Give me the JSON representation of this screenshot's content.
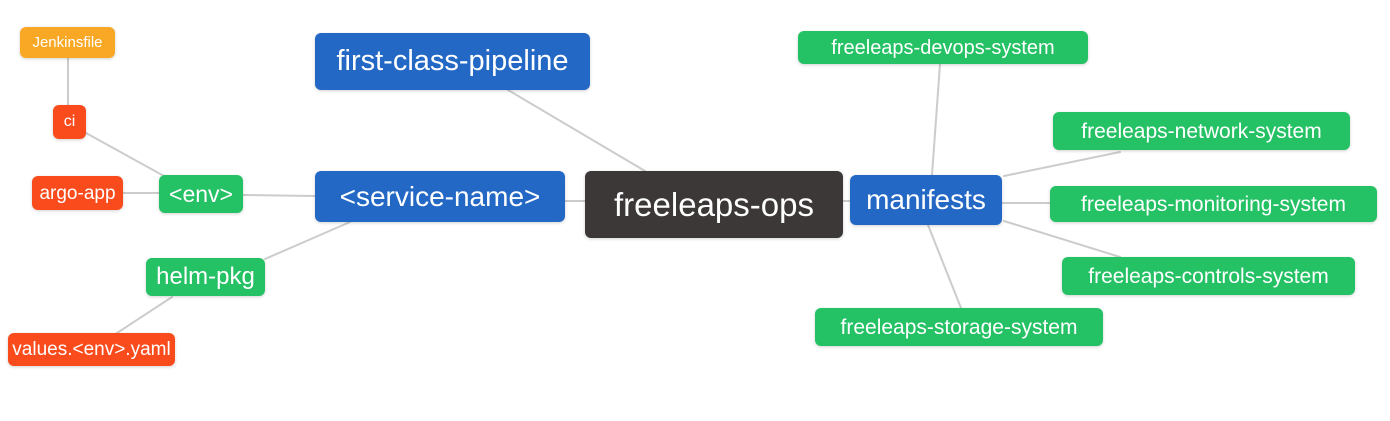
{
  "diagram": {
    "title": "freeleaps-ops repository structure mind map",
    "colors": {
      "orange": "#F9A825",
      "red": "#F94B1C",
      "green": "#25C165",
      "blue": "#2268C4",
      "dark": "#3B3837",
      "edge": "#CCCCCC",
      "background": "#FFFFFF",
      "node_text": "#FFFFFF"
    },
    "nodes": {
      "jenkinsfile": {
        "label": "Jenkinsfile",
        "color": "#F9A825"
      },
      "ci": {
        "label": "ci",
        "color": "#F94B1C"
      },
      "argo_app": {
        "label": "argo-app",
        "color": "#F94B1C"
      },
      "env": {
        "label": "<env>",
        "color": "#25C165"
      },
      "helm_pkg": {
        "label": "helm-pkg",
        "color": "#25C165"
      },
      "values_env_yaml": {
        "label": "values.<env>.yaml",
        "color": "#F94B1C"
      },
      "first_class_pipeline": {
        "label": "first-class-pipeline",
        "color": "#2268C4"
      },
      "service_name": {
        "label": "<service-name>",
        "color": "#2268C4"
      },
      "freeleaps_ops": {
        "label": "freeleaps-ops",
        "color": "#3B3837"
      },
      "manifests": {
        "label": "manifests",
        "color": "#2268C4"
      },
      "devops_system": {
        "label": "freeleaps-devops-system",
        "color": "#25C165"
      },
      "network_system": {
        "label": "freeleaps-network-system",
        "color": "#25C165"
      },
      "monitoring_system": {
        "label": "freeleaps-monitoring-system",
        "color": "#25C165"
      },
      "controls_system": {
        "label": "freeleaps-controls-system",
        "color": "#25C165"
      },
      "storage_system": {
        "label": "freeleaps-storage-system",
        "color": "#25C165"
      }
    },
    "edges": [
      {
        "from": "jenkinsfile",
        "to": "ci"
      },
      {
        "from": "ci",
        "to": "env"
      },
      {
        "from": "argo_app",
        "to": "env"
      },
      {
        "from": "env",
        "to": "service_name"
      },
      {
        "from": "helm_pkg",
        "to": "service_name"
      },
      {
        "from": "values_env_yaml",
        "to": "helm_pkg"
      },
      {
        "from": "first_class_pipeline",
        "to": "freeleaps_ops"
      },
      {
        "from": "service_name",
        "to": "freeleaps_ops"
      },
      {
        "from": "freeleaps_ops",
        "to": "manifests"
      },
      {
        "from": "manifests",
        "to": "devops_system"
      },
      {
        "from": "manifests",
        "to": "network_system"
      },
      {
        "from": "manifests",
        "to": "monitoring_system"
      },
      {
        "from": "manifests",
        "to": "controls_system"
      },
      {
        "from": "manifests",
        "to": "storage_system"
      }
    ]
  }
}
